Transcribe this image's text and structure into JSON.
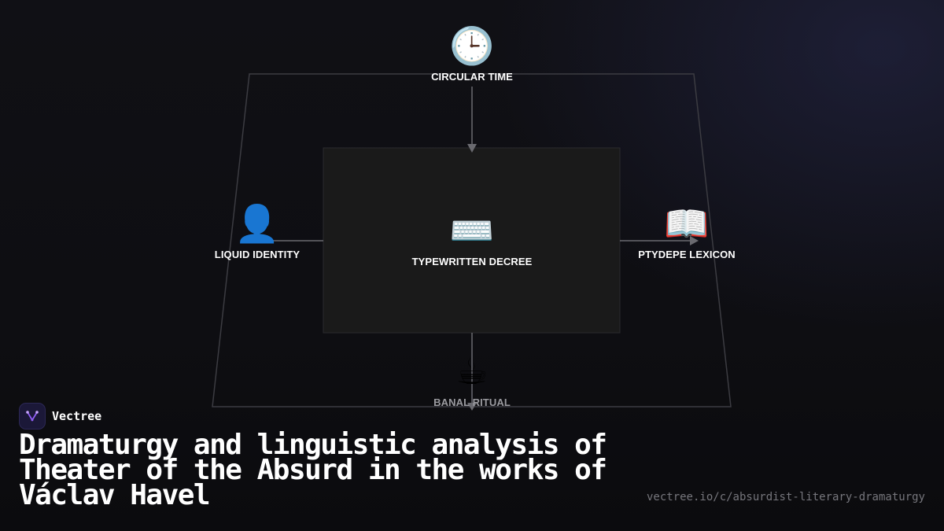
{
  "diagram": {
    "nodes": {
      "top": {
        "icon": "clock-icon",
        "glyph": "🕒",
        "label": "CIRCULAR TIME"
      },
      "left": {
        "icon": "person-silhouette-icon",
        "glyph": "👤",
        "label": "LIQUID IDENTITY"
      },
      "center": {
        "icon": "keyboard-icon",
        "glyph": "⌨️",
        "label": "TYPEWRITTEN DECREE"
      },
      "right": {
        "icon": "open-book-icon",
        "glyph": "📖",
        "label": "PTYDEPE LEXICON"
      },
      "bottom": {
        "icon": "hot-beverage-icon",
        "glyph": "☕",
        "label": "BANAL RITUAL"
      }
    },
    "colors": {
      "outline": "#3c3c42",
      "center_box": "#1a1a1a",
      "connector": "#6a6a70"
    }
  },
  "brand": {
    "name": "Vectree",
    "logo_icon": "vectree-logo-icon",
    "logo_accent": "#8e5cf2"
  },
  "title": "Dramaturgy and linguistic analysis of Theater of the Absurd in the works of Václav Havel",
  "url": "vectree.io/c/absurdist-literary-dramaturgy"
}
